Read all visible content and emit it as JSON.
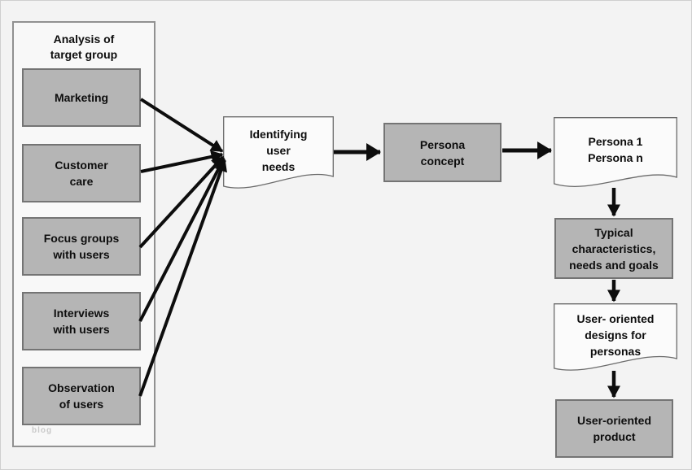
{
  "diagram": {
    "watermark": "blog",
    "colors": {
      "background": "#f3f3f3",
      "node_fill": "#b5b5b5",
      "node_border": "#747474",
      "doc_fill": "#fbfbfb",
      "doc_border": "#6b6b6b",
      "arrow": "#0d0d0d"
    },
    "analysis_group": {
      "title": "Analysis of\ntarget group",
      "items": [
        {
          "label": "Marketing"
        },
        {
          "label": "Customer\ncare"
        },
        {
          "label": "Focus groups\nwith users"
        },
        {
          "label": "Interviews\nwith users"
        },
        {
          "label": "Observation\nof users"
        }
      ]
    },
    "nodes": {
      "identifying": {
        "label": "Identifying\nuser\nneeds"
      },
      "persona_concept": {
        "label": "Persona\nconcept"
      },
      "personas": {
        "label": "Persona 1\nPersona n"
      },
      "characteristics": {
        "label": "Typical\ncharacteristics,\nneeds and goals"
      },
      "designs": {
        "label": "User- oriented\ndesigns for\npersonas"
      },
      "product": {
        "label": "User-oriented\nproduct"
      }
    }
  }
}
